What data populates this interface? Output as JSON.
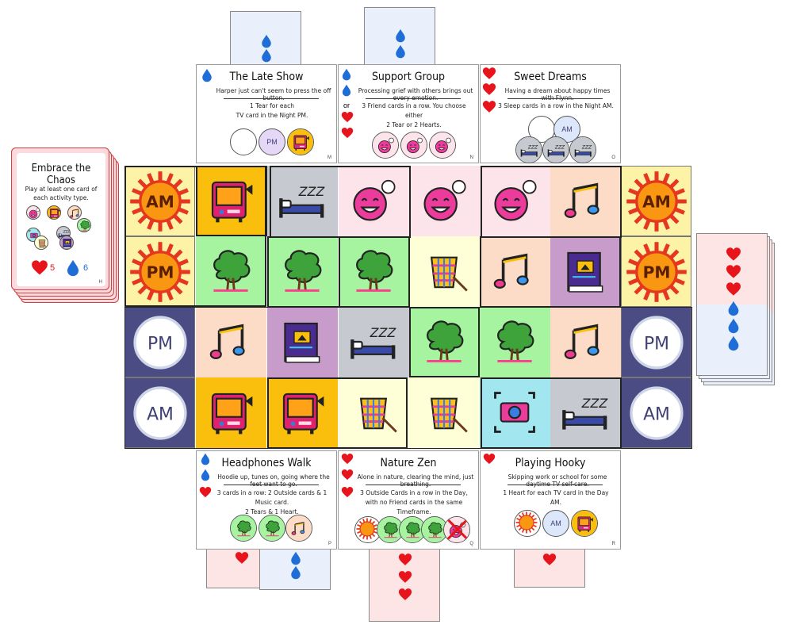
{
  "objective_cards": [
    {
      "title": "The Late Show",
      "flavor": "Harper just can't seem to press the off button.",
      "rule": "1 Tear for each\nTV card in the Night PM.",
      "letter": "M",
      "reward": "1 tear"
    },
    {
      "title": "Support Group",
      "flavor": "Processing grief with others brings out every emotion.",
      "or_label": "or",
      "rule": "3 Friend cards in a row. You choose either\n2 Tear or 2 Hearts.",
      "letter": "N",
      "reward": "2 tears or 2 hearts"
    },
    {
      "title": "Sweet Dreams",
      "flavor": "Having a dream about happy times with Flynn.",
      "rule": "3 Sleep cards in a row in the Night AM.",
      "letter": "O",
      "reward": "3 hearts"
    },
    {
      "title": "Headphones Walk",
      "flavor": "Hoodie up, tunes on, going where the feet want to go.",
      "rule": "3 cards in a row: 2 Outside cards & 1 Music card.\n2 Tears & 1 Heart.",
      "letter": "P",
      "reward": "2 tears 1 heart"
    },
    {
      "title": "Nature Zen",
      "flavor": "Alone in nature, clearing the mind, just breathing.",
      "rule": "3 Outside Cards in a row in the Day,\nwith no Friend cards in the same Timeframe.",
      "letter": "Q",
      "reward": "3 hearts"
    },
    {
      "title": "Playing Hooky",
      "flavor": "Skipping work or school for some daytime TV self-care.",
      "rule": "1 Heart for each TV card in the Day AM.",
      "letter": "R",
      "reward": "1 heart"
    }
  ],
  "chip_labels": {
    "pm": "PM",
    "am": "AM"
  },
  "side_card": {
    "title": "Embrace the Chaos",
    "rule": "Play at least one card of\neach activity type.",
    "hearts": "5",
    "tears": "6",
    "letter": "H"
  },
  "row_labels": [
    "AM",
    "PM",
    "PM",
    "AM"
  ],
  "grid": [
    [
      "tv",
      "sleep",
      "friend",
      "friend",
      "friend",
      "music"
    ],
    [
      "outside",
      "outside",
      "outside",
      "craft",
      "music",
      "book"
    ],
    [
      "music",
      "book",
      "sleep",
      "outside",
      "outside",
      "music"
    ],
    [
      "tv",
      "tv",
      "craft",
      "craft",
      "photo",
      "sleep"
    ]
  ],
  "colors": {
    "day": "#fdf3a6",
    "night": "#4c4c85",
    "tv": "#f9bf0c",
    "sleep": "#c6cad0",
    "friend": "#fde3ea",
    "music": "#fcdcc6",
    "outside": "#a6f4a0",
    "craft": "#ffffd7",
    "book": "#c79ccb",
    "photo": "#a2e6ef",
    "heart": "#e8141b",
    "tear": "#1f6dd6"
  }
}
